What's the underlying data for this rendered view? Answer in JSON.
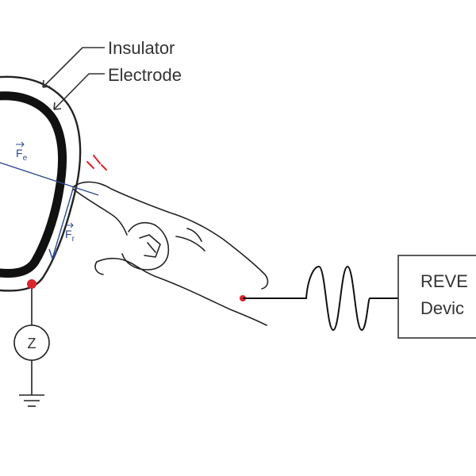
{
  "labels": {
    "insulator": "Insulator",
    "electrode": "Electrode",
    "impedance": "Z",
    "force_e_symbol": "F",
    "force_e_sub": "e",
    "force_r_symbol": "F",
    "force_r_sub": "r",
    "device_line1": "REVE",
    "device_line2": "Devic"
  },
  "colors": {
    "stroke": "#222222",
    "vector": "#2b4a8e",
    "contact": "#d9262b"
  }
}
